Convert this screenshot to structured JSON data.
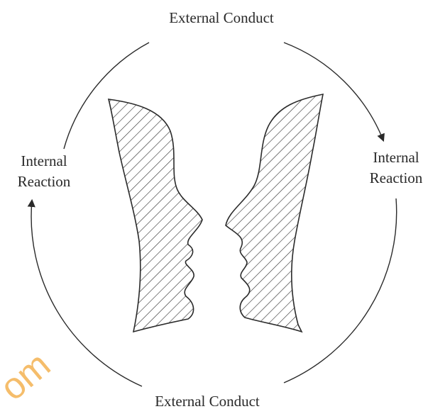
{
  "diagram": {
    "top_label": "External Conduct",
    "bottom_label": "External Conduct",
    "left_label": [
      "Internal",
      "Reaction"
    ],
    "right_label": [
      "Internal",
      "Reaction"
    ],
    "watermark": "om",
    "colors": {
      "line": "#2a2a2a",
      "watermark": "#f2a83a",
      "background": "#ffffff"
    }
  }
}
